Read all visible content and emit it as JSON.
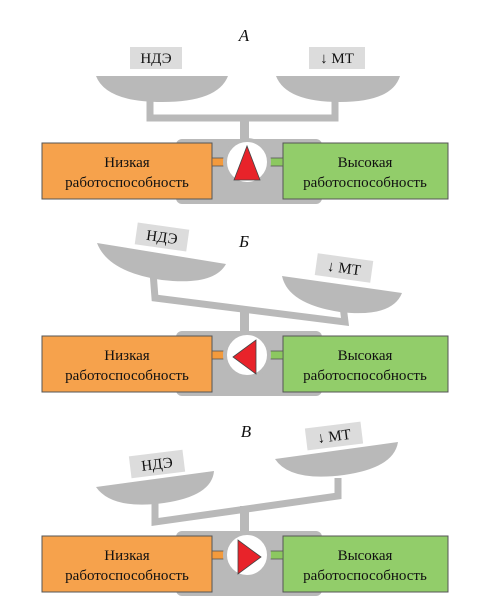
{
  "panels": [
    {
      "letter": "А",
      "left_weight": "НДЭ",
      "right_weight": "↓ МТ",
      "left_box": [
        "Низкая",
        "работоспособность"
      ],
      "right_box": [
        "Высокая",
        "работоспособность"
      ],
      "tilt": "balanced"
    },
    {
      "letter": "Б",
      "left_weight": "НДЭ",
      "right_weight": "↓ МТ",
      "left_box": [
        "Низкая",
        "работоспособность"
      ],
      "right_box": [
        "Высокая",
        "работоспособность"
      ],
      "tilt": "right-down"
    },
    {
      "letter": "В",
      "left_weight": "НДЭ",
      "right_weight": "↓ МТ",
      "left_box": [
        "Низкая",
        "работоспособность"
      ],
      "right_box": [
        "Высокая",
        "работоспособность"
      ],
      "tilt": "left-down"
    }
  ],
  "colors": {
    "scale_grey": "#b9b9b9",
    "weight_label_bg": "#dcdcdc",
    "low_box": "#f6a24c",
    "high_box": "#92cd6a",
    "pointer": "#e8232a",
    "connector_orange": "#f39a3c",
    "connector_green": "#8cc860"
  }
}
